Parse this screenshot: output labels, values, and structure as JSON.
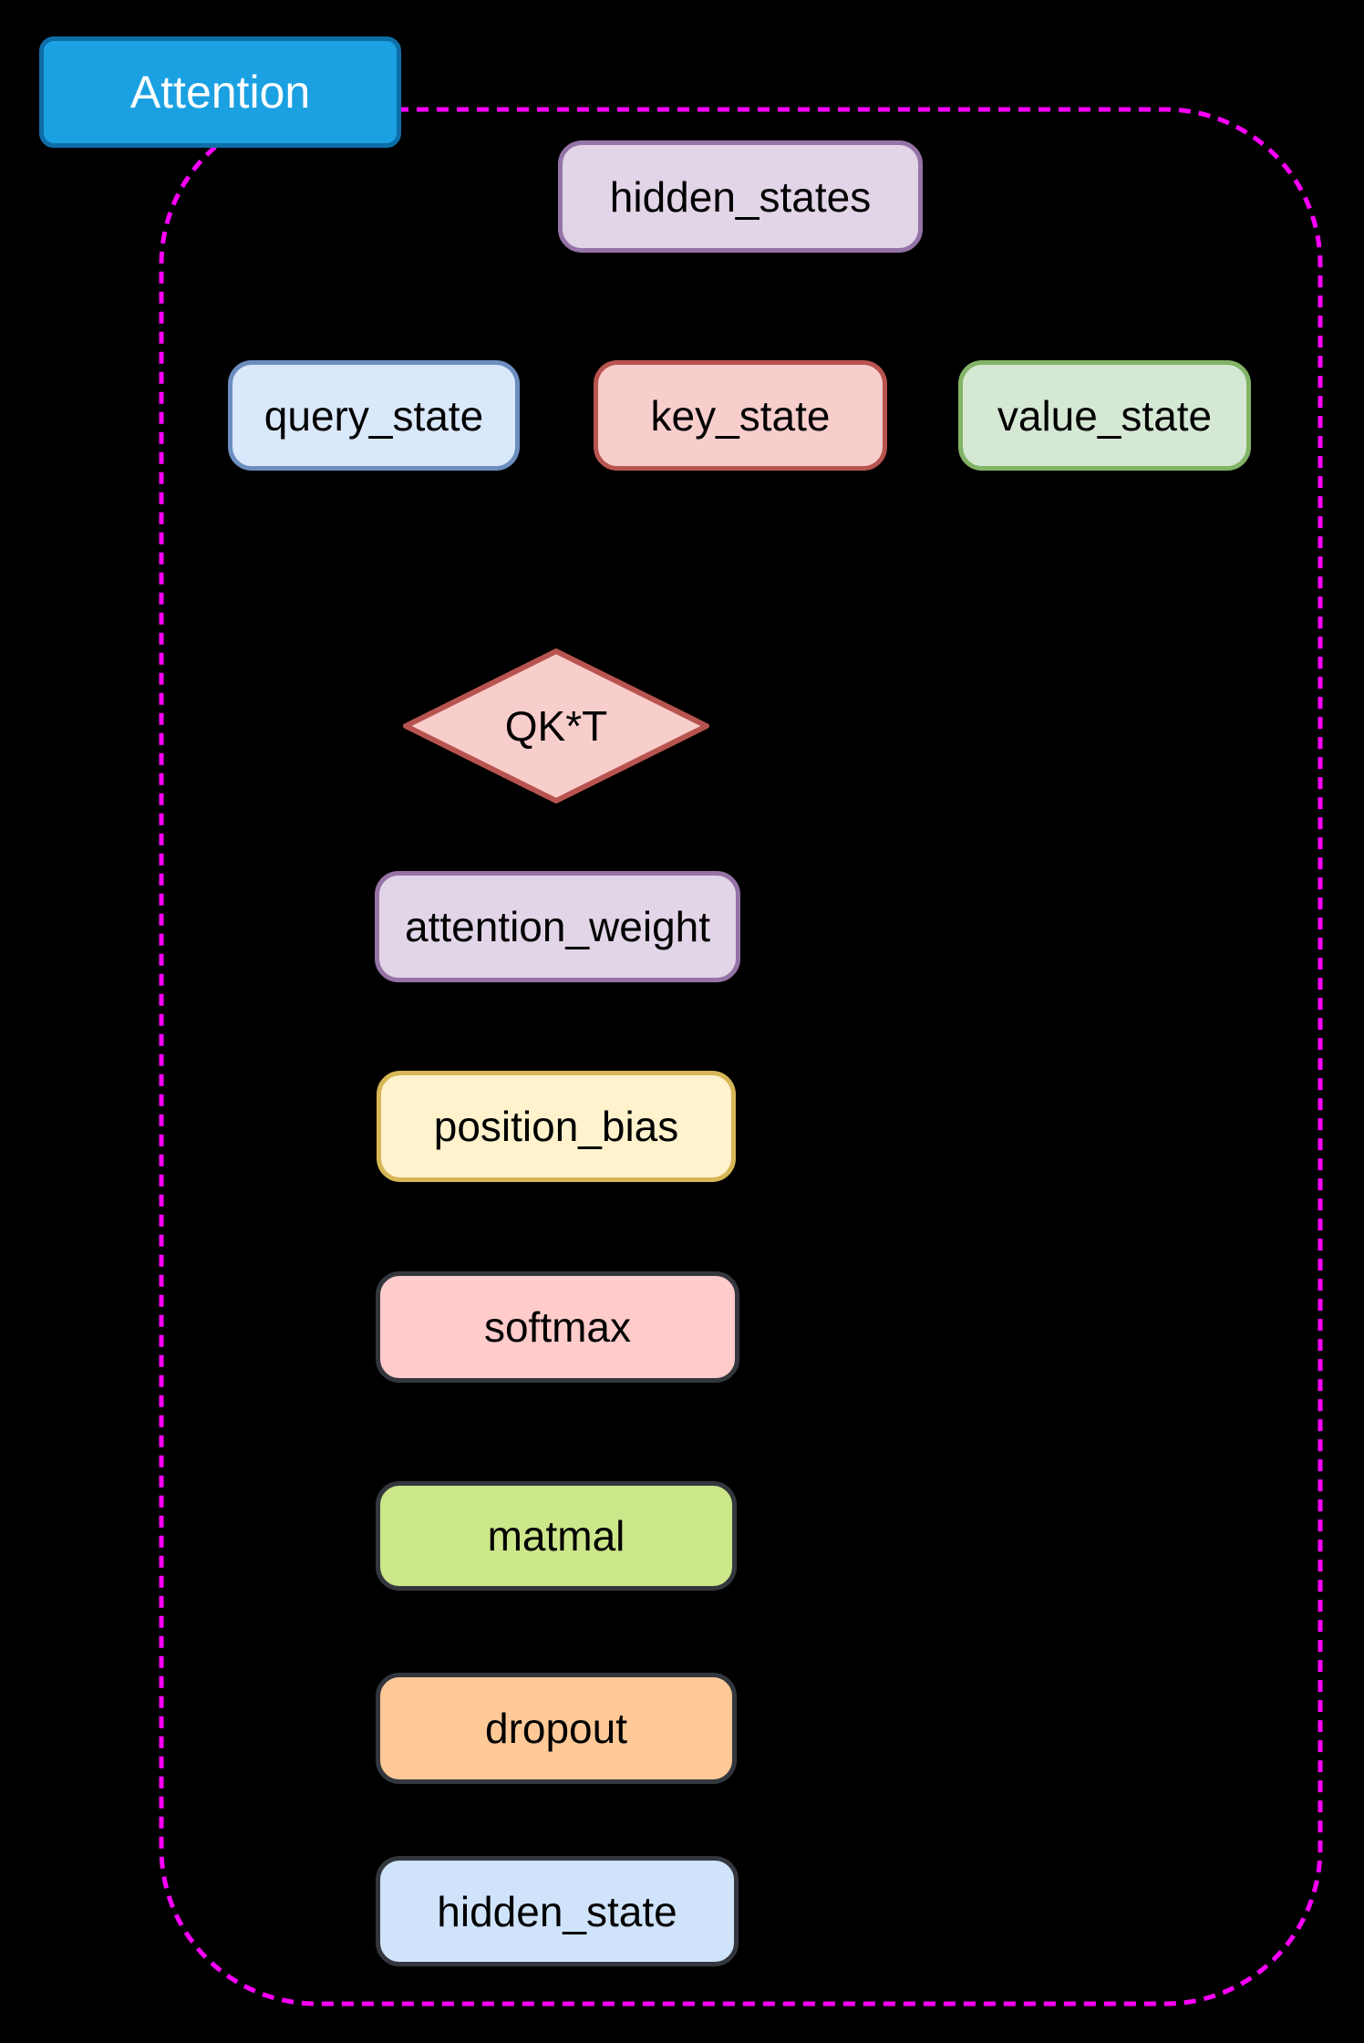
{
  "background": "#000000",
  "badge": {
    "label": "Attention",
    "fill": "#1BA1E2",
    "stroke": "#0E6EA8",
    "text_color": "#FFFFFF"
  },
  "container": {
    "border_color": "#FF00FF",
    "border_style": "dashed"
  },
  "nodes": [
    {
      "id": "hidden_states",
      "label": "hidden_states",
      "shape": "rounded-rect",
      "fill": "#E1D5E7",
      "stroke": "#9673A6"
    },
    {
      "id": "query_state",
      "label": "query_state",
      "shape": "rounded-rect",
      "fill": "#DAE8FC",
      "stroke": "#6C8EBF"
    },
    {
      "id": "key_state",
      "label": "key_state",
      "shape": "rounded-rect",
      "fill": "#F8CECC",
      "stroke": "#B85450"
    },
    {
      "id": "value_state",
      "label": "value_state",
      "shape": "rounded-rect",
      "fill": "#D5E8D4",
      "stroke": "#82B366"
    },
    {
      "id": "qkt",
      "label": "QK*T",
      "shape": "diamond",
      "fill": "#F8CECC",
      "stroke": "#B85450"
    },
    {
      "id": "attention_weight",
      "label": "attention_weight",
      "shape": "rounded-rect",
      "fill": "#E1D5E7",
      "stroke": "#9673A6"
    },
    {
      "id": "position_bias",
      "label": "position_bias",
      "shape": "rounded-rect",
      "fill": "#FFF2CC",
      "stroke": "#D6B656"
    },
    {
      "id": "softmax",
      "label": "softmax",
      "shape": "rounded-rect",
      "fill": "#FFCBCB",
      "stroke": "#33373D"
    },
    {
      "id": "matmal",
      "label": "matmal",
      "shape": "rounded-rect",
      "fill": "#CCE68A",
      "stroke": "#33373D"
    },
    {
      "id": "dropout",
      "label": "dropout",
      "shape": "rounded-rect",
      "fill": "#FFC997",
      "stroke": "#33373D"
    },
    {
      "id": "hidden_state",
      "label": "hidden_state",
      "shape": "rounded-rect",
      "fill": "#CFE3FA",
      "stroke": "#33373D"
    }
  ]
}
